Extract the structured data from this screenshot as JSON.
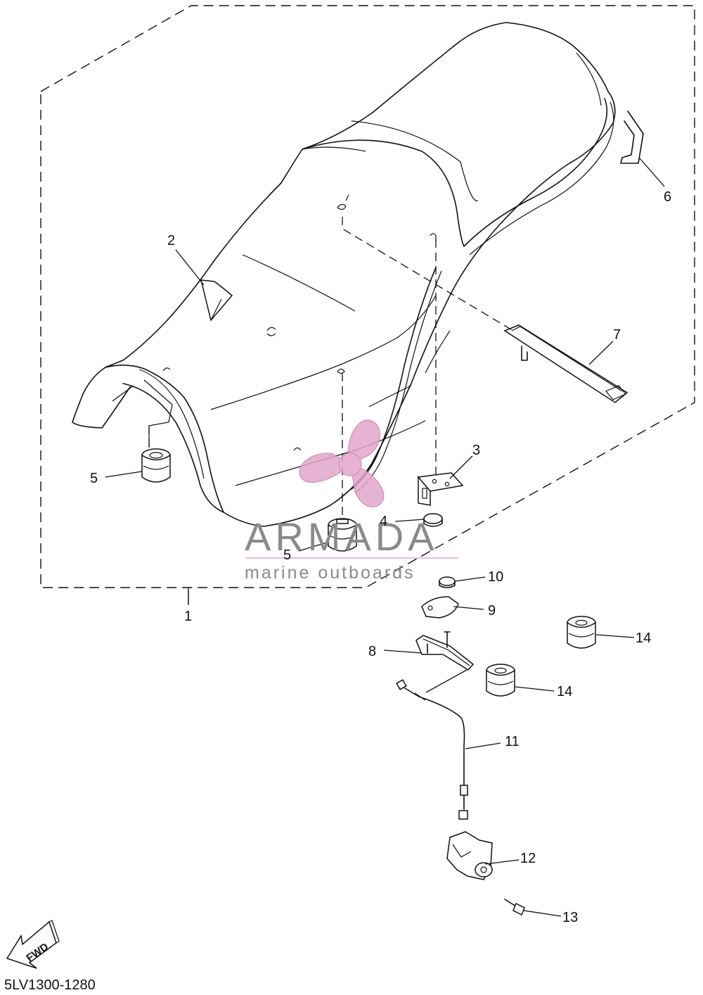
{
  "diagram": {
    "code": "5LV1300-1280",
    "direction_label": "FWD",
    "callouts": {
      "c1": "1",
      "c2": "2",
      "c3": "3",
      "c4": "4",
      "c5a": "5",
      "c5b": "5",
      "c6": "6",
      "c7": "7",
      "c8": "8",
      "c9": "9",
      "c10": "10",
      "c11": "11",
      "c12": "12",
      "c13": "13",
      "c14a": "14",
      "c14b": "14"
    }
  },
  "watermark": {
    "brand": "ARMADA",
    "tagline": "marine outboards",
    "colors": {
      "propeller": "#e3a6cc",
      "text": "#8a8a8a",
      "divider": "#e3a6cc"
    }
  }
}
